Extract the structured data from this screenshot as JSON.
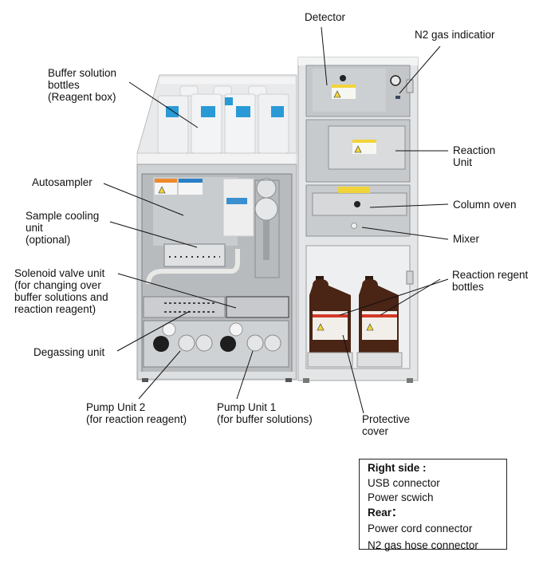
{
  "figure": {
    "subject": "Amino acid analyzer front view with labeled components",
    "labels": {
      "detector": "Detector",
      "n2_gas_indication": "N2 gas indicatior",
      "buffer_bottles": "Buffer solution\nbottles\n(Reagent box)",
      "reaction_unit": "Reaction\nUnit",
      "autosampler": "Autosampler",
      "column_oven": "Column oven",
      "sample_cooling": "Sample cooling\nunit\n(optional)",
      "mixer": "Mixer",
      "solenoid_valve": "Solenoid valve unit\n(for changing over\nbuffer solutions and\nreaction reagent)",
      "reaction_reagent_bottles": "Reaction regent\nbottles",
      "degassing_unit": "Degassing unit",
      "pump_unit_2": "Pump Unit 2\n(for reaction reagent)",
      "pump_unit_1": "Pump Unit 1\n(for buffer solutions)",
      "protective_cover": "Protective\ncover"
    },
    "info_box": {
      "right_side_heading": "Right side :",
      "right_side_items": [
        "USB connector",
        "Power scwich"
      ],
      "rear_heading": "Rear：",
      "rear_items": [
        "Power cord connector",
        "N2 gas hose connector"
      ]
    },
    "colors": {
      "bottle_label_blue": "#2a9ad6",
      "cabinet_frame": "#d6d8da",
      "reagent_bottle_brown": "#4a2414",
      "warning_yellow": "#f1d43a"
    }
  }
}
